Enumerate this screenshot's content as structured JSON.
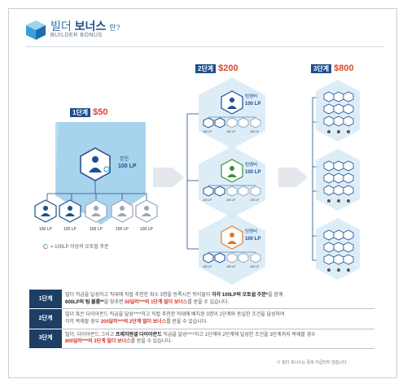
{
  "header": {
    "title_part1": "빌더",
    "title_part2": "보너스",
    "title_part3": "란?",
    "subtitle": "BUILDER BONUS"
  },
  "stages": [
    {
      "label": "1단계",
      "amount": "$50"
    },
    {
      "label": "2단계",
      "amount": "$200"
    },
    {
      "label": "3단계",
      "amount": "$800"
    }
  ],
  "center_node": {
    "name": "본인",
    "lp": "100 LP"
  },
  "team_node": {
    "name": "팀멤버",
    "lp": "100 LP"
  },
  "child_lp": "100 LP",
  "mini_lp": "100 LP",
  "legend": "= 100LP 이상의 오토쉽 주문",
  "table": [
    {
      "step": "1단계",
      "line1_a": "빌더 직급을 달성하고 직대에 직접 추천한 최소 3명을 등록시킨 뒤이들이 ",
      "line1_b": "각각 100LP의 오토쉽 주문*",
      "line1_c": "을 함께",
      "line2_a": "600LP의 팀 볼륨**",
      "line2_b": "을 맞추면 ",
      "line2_c": "50달러***의 1단계 빌더 보너스",
      "line2_d": "를 받을 수 있습니다."
    },
    {
      "step": "2단계",
      "line1": "빌더 혹은 다이아몬드 직급을 달성****하고 직접 추천한 직대에 배치된 3명이 1단계와 동일한 조건을 달성하여",
      "line2_a": "각각 복제할 경우 ",
      "line2_b": "200달러***의 2단계 빌더 보너스",
      "line2_c": "를 받을 수 있습니다."
    },
    {
      "step": "3단계",
      "line1_a": "빌더, 다이아몬드 그리고 ",
      "line1_b": "프레지덴셜 다이아몬드",
      "line1_c": " 직급을 달성****하고 1단계와 2단계에 달성한 조건을 3단계까지 복제할 경우",
      "line2_a": "800달러***의 3단계 빌더 보너스",
      "line2_b": "를 받을 수 있습니다."
    }
  ],
  "footnote": "※ 빌더 보너스는 중복 지급되지 않습니다."
}
